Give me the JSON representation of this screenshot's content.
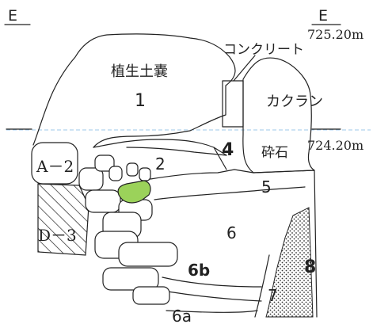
{
  "header": {
    "left_label": "E",
    "right_label": "E"
  },
  "elevations": {
    "upper": "725.20m",
    "lower": "724.20m"
  },
  "labels": {
    "vegetation_bag": "植生土嚢",
    "concrete": "コンクリート",
    "kakuran": "カクラン",
    "gravel": "砕石",
    "stone_a2": "A－2",
    "stone_d3": "D－3"
  },
  "layers": {
    "l1": "1",
    "l2": "2",
    "l4": "4",
    "l5": "5",
    "l6": "6",
    "l6a": "6a",
    "l6b": "6b",
    "l7": "7",
    "l8": "8"
  },
  "colors": {
    "guide_line": "#9cc7e8",
    "highlight_stone": "#9bd25a",
    "ink": "#222222"
  }
}
